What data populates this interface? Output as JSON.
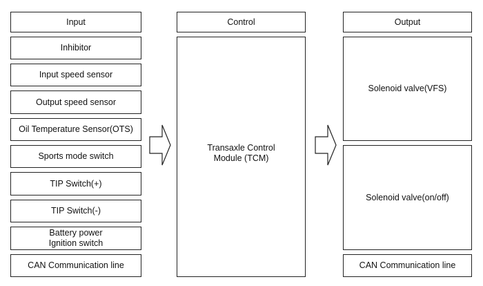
{
  "input": {
    "header": "Input",
    "items": [
      "Inhibitor",
      "Input speed sensor",
      "Output speed sensor",
      "Oil Temperature Sensor(OTS)",
      "Sports mode switch",
      "TIP Switch(+)",
      "TIP Switch(-)",
      "Battery power\nIgnition switch",
      "CAN Communication line"
    ]
  },
  "control": {
    "header": "Control",
    "module": "Transaxle Control\nModule (TCM)"
  },
  "output": {
    "header": "Output",
    "items": [
      "Solenoid valve(VFS)",
      "Solenoid valve(on/off)",
      "CAN Communication line"
    ]
  }
}
